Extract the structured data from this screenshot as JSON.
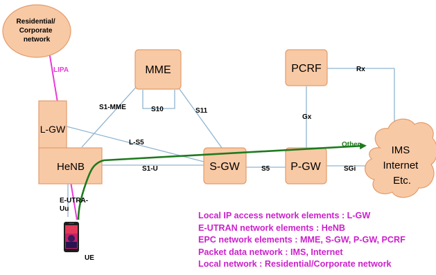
{
  "nodes": {
    "residential": [
      "Residential/",
      "Corporate",
      "network"
    ],
    "mme": "MME",
    "pcrf": "PCRF",
    "lgw": "L-GW",
    "henb": "HeNB",
    "sgw": "S-GW",
    "pgw": "P-GW",
    "ims": [
      "IMS",
      "Internet",
      "Etc."
    ],
    "ue": "UE"
  },
  "links": {
    "lipa": "LIPA",
    "s1_mme": "S1-MME",
    "s10": "S10",
    "s11": "S11",
    "gx": "Gx",
    "rx": "Rx",
    "l_s5": "L-S5",
    "s1_u": "S1-U",
    "s5": "S5",
    "sgi": "SGi",
    "e_utra_uu": [
      "E-UTRA-",
      "Uu"
    ],
    "other": "Other"
  },
  "legend": [
    "Local IP access network elements : L-GW",
    "E-UTRAN network elements : HeNB",
    "EPC network elements : MME, S-GW, P-GW, PCRF",
    "Packet data network : IMS, Internet",
    "Local network : Residential/Corporate network"
  ],
  "colors": {
    "node_fill": "#f8c9a5",
    "node_stroke": "#e39b6a",
    "interface_line": "#8fb4d0",
    "lipa_path": "#e83ad8",
    "other_path": "#1e7a1e",
    "legend_text": "#cc1fcc"
  }
}
